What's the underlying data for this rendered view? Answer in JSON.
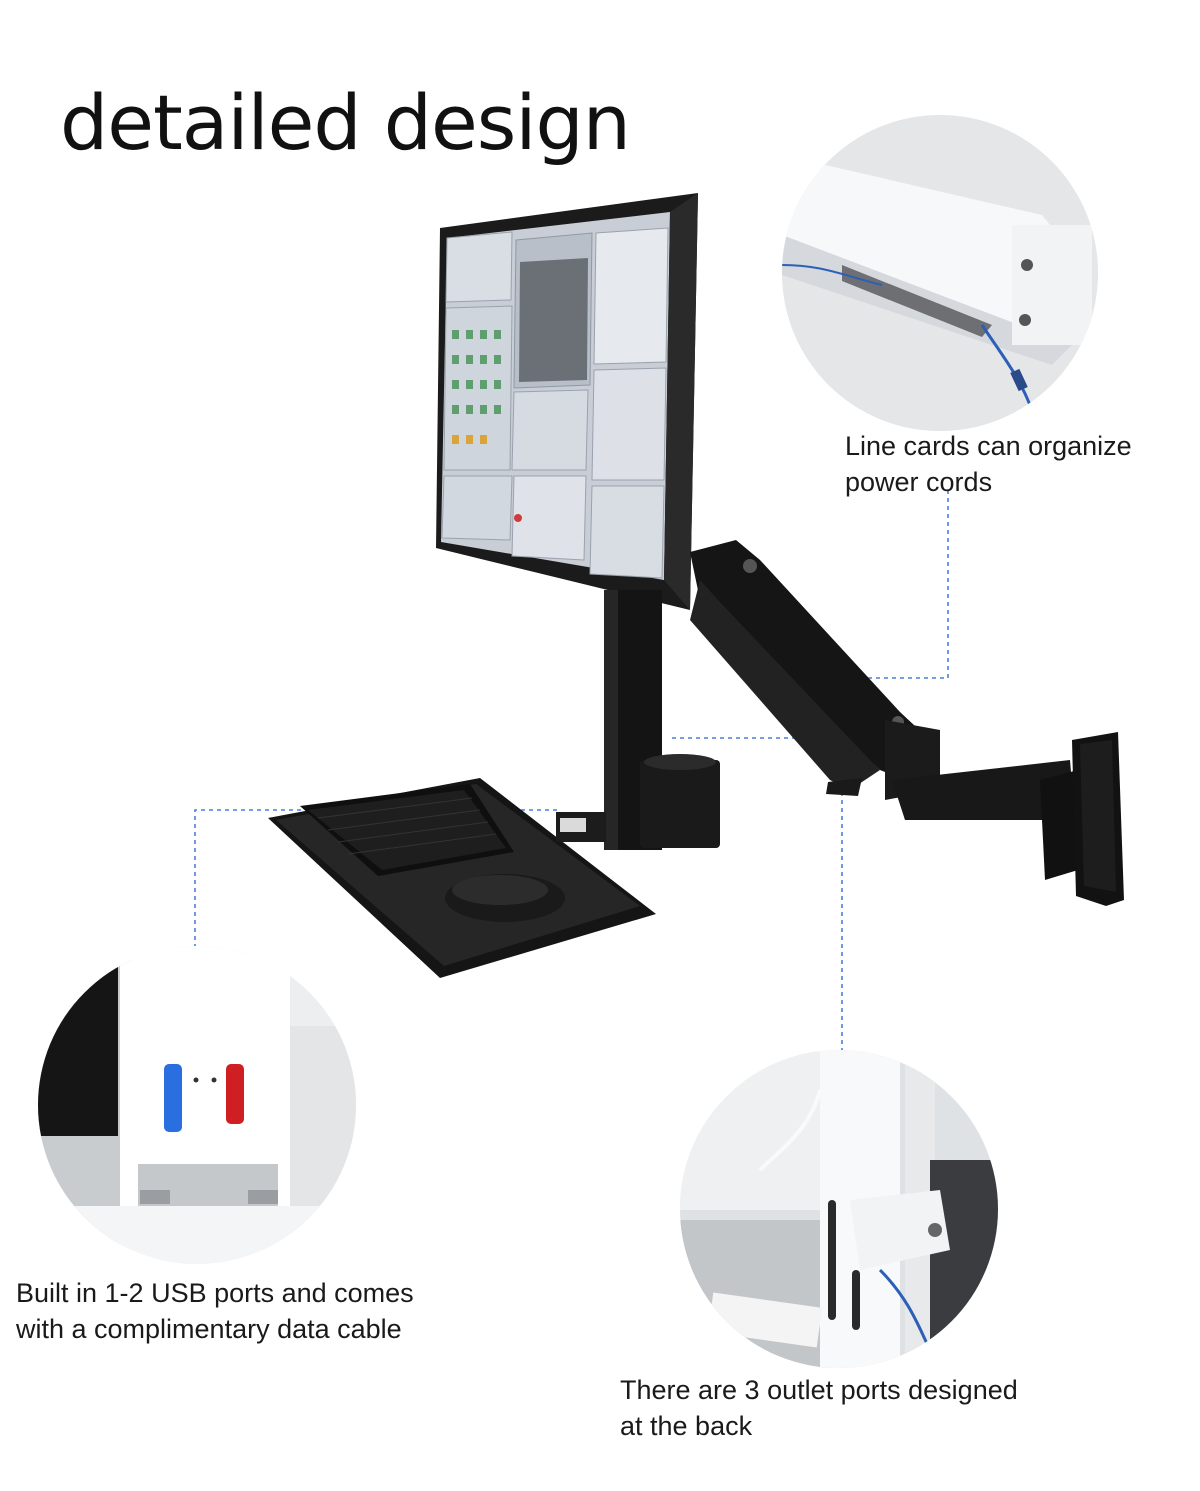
{
  "heading": "detailed design",
  "callouts": {
    "cable": {
      "lines": [
        "Line cards can organize",
        "power cords"
      ]
    },
    "usb": {
      "lines": [
        "Built in 1-2 USB ports and comes",
        "with a complimentary data cable"
      ]
    },
    "outlet": {
      "lines": [
        "There are 3 outlet ports designed",
        "at the back"
      ]
    }
  },
  "colors": {
    "leader": "#4a80d8",
    "product": "#151515",
    "text": "#1a1a1a",
    "usb_blue": "#2a6fe0",
    "usb_red": "#d01f22"
  }
}
